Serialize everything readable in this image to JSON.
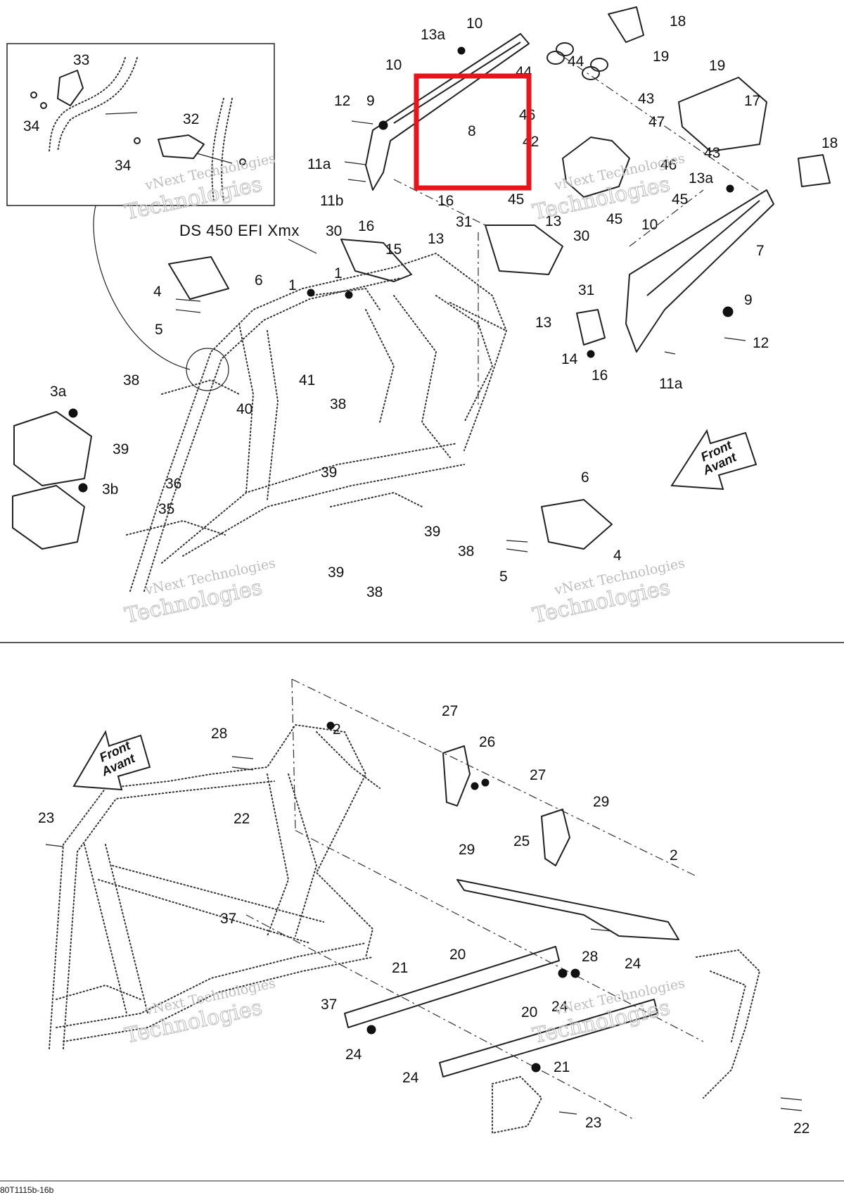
{
  "top_panel": {
    "inset_callouts": [
      "33",
      "34",
      "32",
      "34"
    ],
    "model_label": "DS 450 EFI Xmx",
    "callouts": [
      "13a",
      "10",
      "18",
      "10",
      "44",
      "44",
      "19",
      "19",
      "17",
      "12",
      "9",
      "8",
      "43",
      "46",
      "47",
      "42",
      "43",
      "46",
      "18",
      "11a",
      "11b",
      "16",
      "45",
      "45",
      "45",
      "13a",
      "16",
      "15",
      "13",
      "31",
      "13",
      "30",
      "10",
      "7",
      "30",
      "31",
      "9",
      "13",
      "14",
      "16",
      "12",
      "11a",
      "4",
      "6",
      "1",
      "1",
      "5",
      "41",
      "40",
      "38",
      "3a",
      "39",
      "38",
      "39",
      "3b",
      "36",
      "35",
      "6",
      "39",
      "38",
      "4",
      "39",
      "38",
      "5"
    ],
    "front_arrow": {
      "line1": "Front",
      "line2": "Avant"
    }
  },
  "bottom_panel": {
    "callouts": [
      "2",
      "27",
      "26",
      "28",
      "22",
      "23",
      "27",
      "29",
      "29",
      "25",
      "2",
      "37",
      "28",
      "20",
      "21",
      "24",
      "37",
      "20",
      "24",
      "24",
      "21",
      "24",
      "22",
      "23"
    ],
    "front_arrow": {
      "line1": "Front",
      "line2": "Avant"
    }
  },
  "watermarks": [
    "vNext Technologies",
    "Technologies"
  ],
  "highlight": {
    "color": "#e8141c",
    "label": "8"
  },
  "footer": {
    "code": "80T1115b-16b"
  }
}
